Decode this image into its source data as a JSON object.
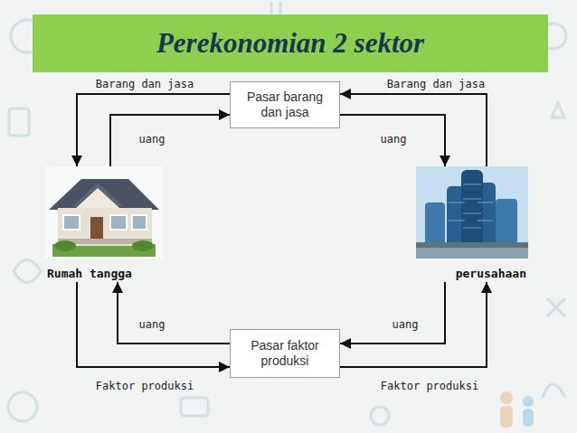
{
  "diagram": {
    "title": "Perekonomian 2 sektor",
    "nodes": [
      {
        "text": [
          "Pasar barang dan jasa"
        ]
      },
      {
        "text": [
          "Rumah tangga"
        ]
      },
      {
        "text": [
          "perusahaan"
        ]
      },
      {
        "text": [
          "Pasar faktor produksi"
        ]
      }
    ],
    "edges": [
      {
        "from": 0,
        "to": 1,
        "label": "Barang dan jasa",
        "arrow": "to"
      },
      {
        "from": 1,
        "to": 0,
        "label": "uang",
        "arrow": "to"
      },
      {
        "from": 2,
        "to": 0,
        "label": "Barang dan jasa",
        "arrow": "to"
      },
      {
        "from": 0,
        "to": 2,
        "label": "uang",
        "arrow": "to"
      },
      {
        "from": 3,
        "to": 1,
        "label": "uang",
        "arrow": "to"
      },
      {
        "from": 1,
        "to": 3,
        "label": "Faktor produksi",
        "arrow": "to"
      },
      {
        "from": 2,
        "to": 3,
        "label": "uang",
        "arrow": "to"
      },
      {
        "from": 3,
        "to": 2,
        "label": "Faktor produksi",
        "arrow": "to"
      }
    ]
  }
}
